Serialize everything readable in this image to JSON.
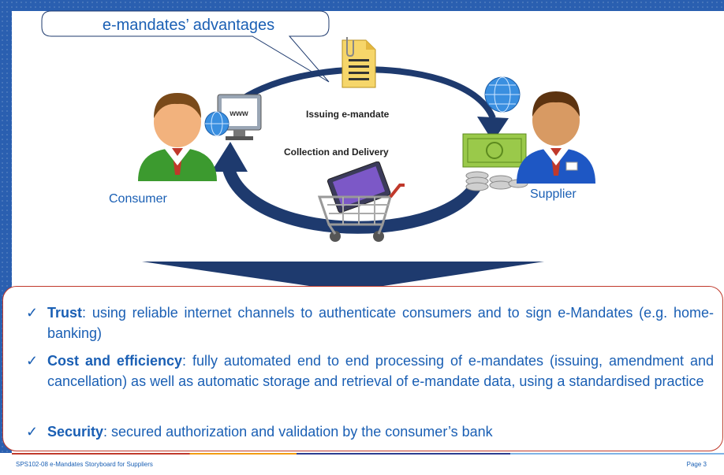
{
  "callout": {
    "text": "e-mandates’ advantages"
  },
  "flow": {
    "consumer_label": "Consumer",
    "supplier_label": "Supplier",
    "issuing_label": "Issuing e-mandate",
    "collection_label": "Collection and Delivery",
    "www_label": "www"
  },
  "benefits": [
    {
      "title": "Trust",
      "text": ": using reliable internet channels to authenticate consumers and to sign e-Mandates (e.g. home-banking)"
    },
    {
      "title": "Cost and efficiency",
      "text": ": fully automated end to end processing of e-mandates (issuing, amendment and cancellation) as well as automatic storage and retrieval of e-mandate data, using a standardised practice"
    },
    {
      "title": "Security",
      "text": ": secured authorization and validation by the consumer’s bank"
    }
  ],
  "footer": {
    "left": "SPS102-08 e-Mandates Storyboard for Suppliers",
    "right": "Page 3"
  },
  "colors": {
    "accent": "#1a5fb4",
    "frame": "#2a5fb0",
    "box_border": "#c0392b",
    "arrow": "#1e3a6e"
  },
  "icons": [
    "consumer-person-icon",
    "supplier-person-icon",
    "computer-icon",
    "globe-icon",
    "document-icon",
    "money-icon",
    "shopping-cart-laptop-icon",
    "checkmark-icon"
  ]
}
